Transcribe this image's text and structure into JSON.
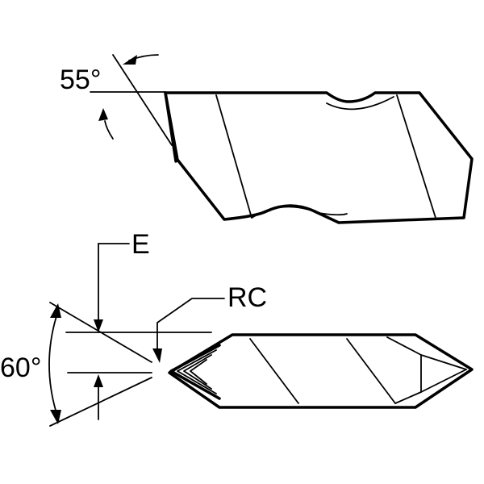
{
  "top_view": {
    "angle_label": "55°"
  },
  "bottom_view": {
    "dimension_e_label": "E",
    "corner_radius_label": "RC",
    "point_angle_label": "60°"
  },
  "colors": {
    "line": "#000000",
    "background": "#ffffff"
  }
}
